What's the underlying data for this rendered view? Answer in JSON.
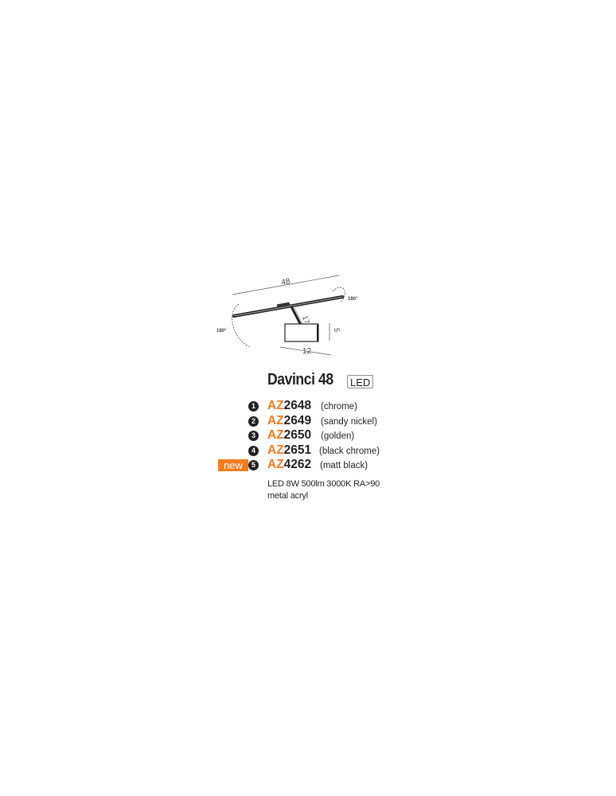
{
  "diagram": {
    "width_label": "48",
    "arm_label": "17",
    "base_label": "12",
    "height_label": "5",
    "rotation_right": "180°",
    "rotation_left": "180°"
  },
  "product": {
    "name": "Davinci 48",
    "type_badge": "LED"
  },
  "variants": [
    {
      "number": "1",
      "prefix": "AZ",
      "digits": "2648",
      "finish": "(chrome)",
      "is_new": false
    },
    {
      "number": "2",
      "prefix": "AZ",
      "digits": "2649",
      "finish": "(sandy nickel)",
      "is_new": false
    },
    {
      "number": "3",
      "prefix": "AZ",
      "digits": "2650",
      "finish": "(golden)",
      "is_new": false
    },
    {
      "number": "4",
      "prefix": "AZ",
      "digits": "2651",
      "finish": "(black chrome)",
      "is_new": false
    },
    {
      "number": "5",
      "prefix": "AZ",
      "digits": "4262",
      "finish": "(matt black)",
      "is_new": true,
      "new_label": "new"
    }
  ],
  "specs": {
    "light": "LED 8W 500lm 3000K RA>90",
    "material": "metal acryl"
  },
  "colors": {
    "accent_orange": "#f47c20",
    "text_dark": "#231f20"
  }
}
